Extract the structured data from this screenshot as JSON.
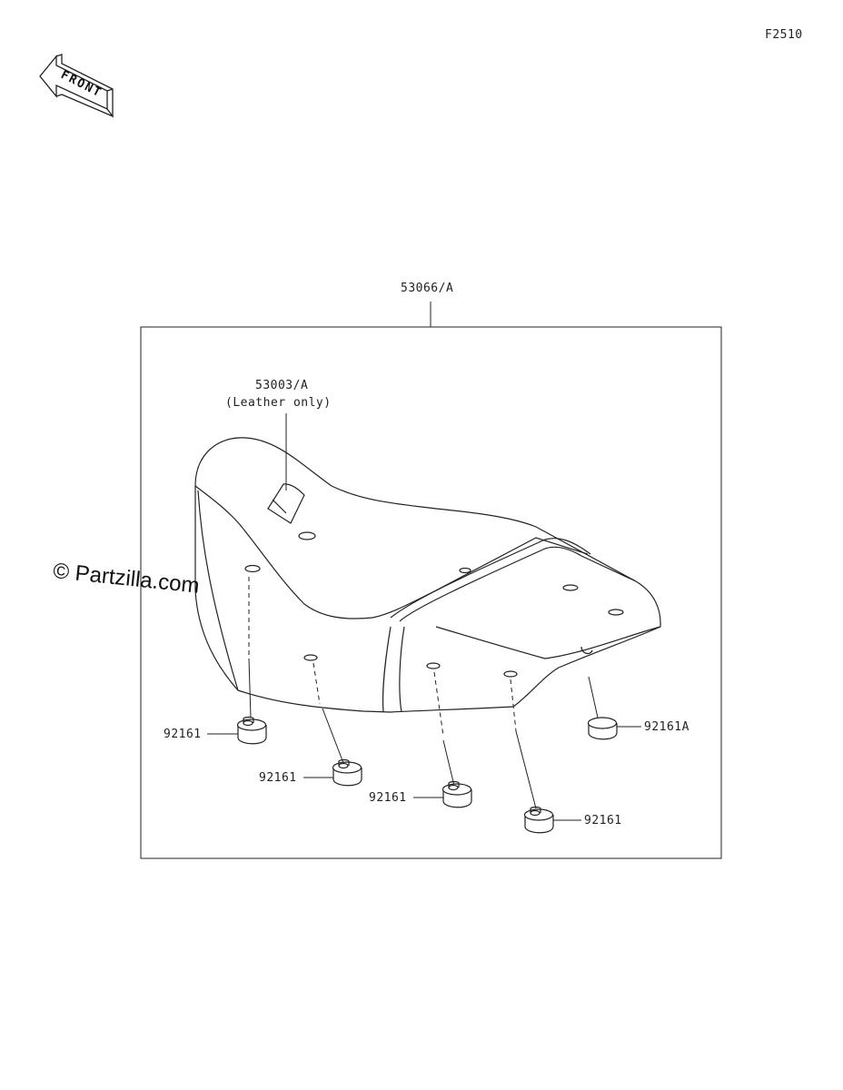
{
  "figure_code": "F2510",
  "front_label": "FRONT",
  "watermark": "© Partzilla.com",
  "assembly": {
    "part_number": "53066/A"
  },
  "cover": {
    "part_number": "53003/A",
    "note": "(Leather only)"
  },
  "dampers": [
    {
      "part_number": "92161"
    },
    {
      "part_number": "92161"
    },
    {
      "part_number": "92161"
    },
    {
      "part_number": "92161"
    },
    {
      "part_number": "92161A"
    }
  ]
}
